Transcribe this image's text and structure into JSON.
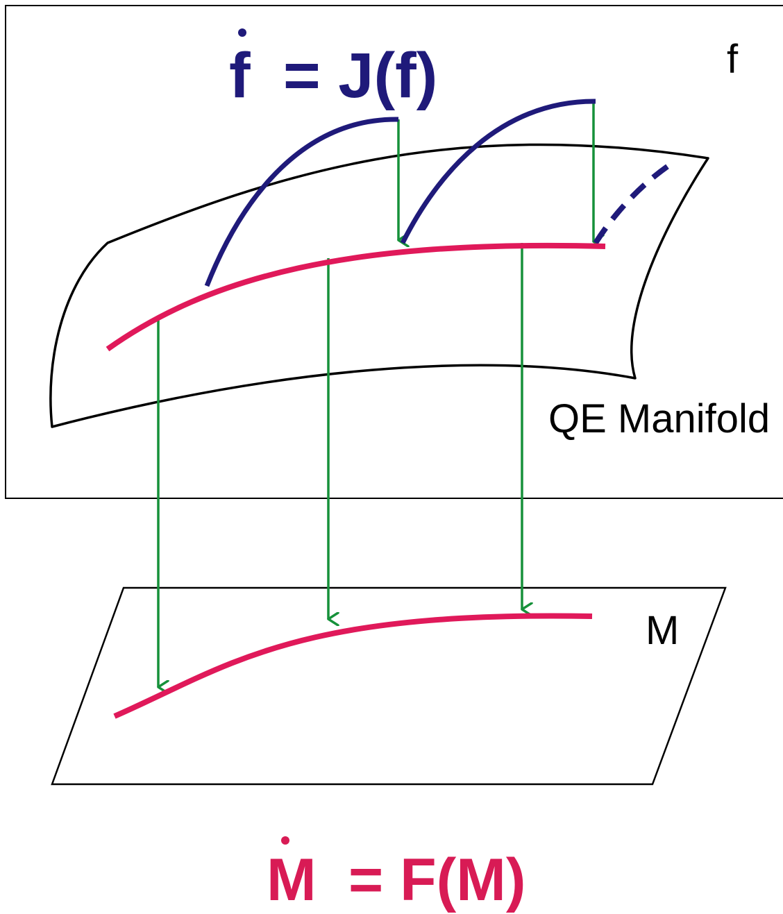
{
  "equation_top": {
    "lhs": "f",
    "rhs": "= J(f)",
    "color": "#1f1a7a"
  },
  "equation_bottom": {
    "lhs": "M",
    "rhs": "= F(M)",
    "color": "#d81b55"
  },
  "labels": {
    "fullspace": "f",
    "manifold": "QE Manifold",
    "reduced": "M"
  },
  "colors": {
    "trajectory": "#1f1a7a",
    "slow_curve": "#e0195a",
    "projection": "#16913a",
    "outline": "#000000"
  }
}
